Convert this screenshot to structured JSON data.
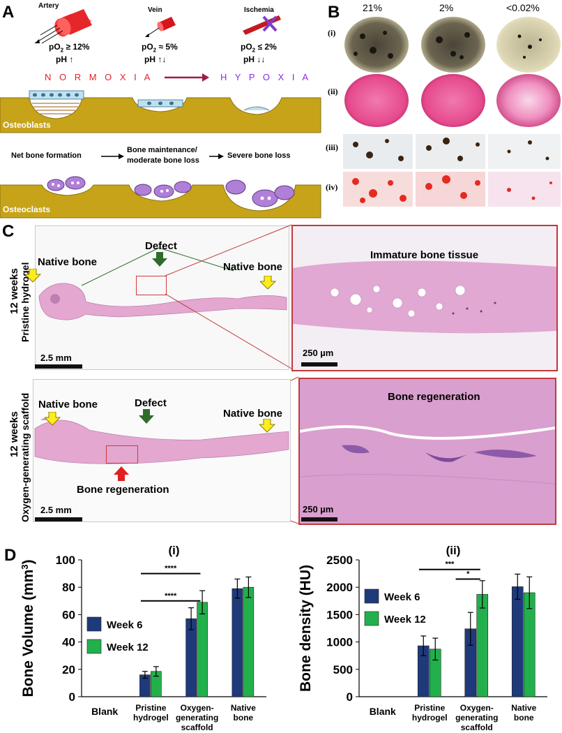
{
  "panel_labels": {
    "a": "A",
    "b": "B",
    "c": "C",
    "d": "D"
  },
  "panel_a": {
    "vessels": [
      {
        "name": "Artery",
        "po2": "pO",
        "po2_value": "≥  12%",
        "ph": "pH",
        "ph_arrow": "↑"
      },
      {
        "name": "Vein",
        "po2": "pO",
        "po2_value": "≈  5%",
        "ph": "pH",
        "ph_arrow": "↑↓"
      },
      {
        "name": "Ischemia",
        "po2": "pO",
        "po2_value": "≤  2%",
        "ph": "pH",
        "ph_arrow": "↓↓"
      }
    ],
    "normoxia": "N O R M O X I A",
    "hypoxia": "H Y P O X I A",
    "osteoblasts": "Osteoblasts",
    "osteoclasts": "Osteoclasts",
    "stage1": "Net bone formation",
    "stage2_line1": "Bone maintenance/",
    "stage2_line2": "moderate bone loss",
    "stage3": "Severe bone loss",
    "colors": {
      "normoxia": "#e5202a",
      "hypoxia": "#8a2be2",
      "bone": "#c8a415",
      "cell_purple": "#b07fd8"
    }
  },
  "panel_b": {
    "columns": [
      "21%",
      "2%",
      "<0.02%"
    ],
    "rows": [
      "(i)",
      "(ii)",
      "(iii)",
      "(iv)"
    ]
  },
  "panel_c": {
    "row1_label_line1": "12 weeks",
    "row1_label_line2": "Pristine hydrogel",
    "row2_label_line1": "12 weeks",
    "row2_label_line2": "Oxygen-generating scaffold",
    "defect": "Defect",
    "native_bone": "Native bone",
    "immature": "Immature bone tissue",
    "regeneration": "Bone regeneration",
    "scale_low": "2.5 mm",
    "scale_high": "250 µm",
    "colors": {
      "tissue": "#e3a7d0",
      "arrow_yellow": "#ffec1a",
      "arrow_green": "#2f6b2b",
      "arrow_red": "#e01f1f"
    }
  },
  "chart_data": [
    {
      "type": "bar",
      "panel": "(i)",
      "categories": [
        "Blank",
        "Pristine hydrogel",
        "Oxygen-generating scaffold",
        "Native bone"
      ],
      "category_lines": [
        [
          "Blank"
        ],
        [
          "Pristine",
          "hydrogel"
        ],
        [
          "Oxygen-",
          "generating",
          "scaffold"
        ],
        [
          "Native",
          "bone"
        ]
      ],
      "series": [
        {
          "name": "Week 6",
          "color": "#1f3a7a",
          "values": [
            0,
            16,
            57,
            79
          ],
          "errors": [
            0,
            2.5,
            8,
            7
          ]
        },
        {
          "name": "Week 12",
          "color": "#22b04c",
          "values": [
            0,
            18.5,
            69,
            80
          ],
          "errors": [
            0,
            3.5,
            8.5,
            7.5
          ]
        }
      ],
      "ylabel": "Bone Volume (mm³)",
      "ylabel_base": "Bone Volume (mm",
      "ylabel_sup": "3",
      "ylabel_close": ")",
      "ylim": [
        0,
        100
      ],
      "yticks": [
        "0",
        "20",
        "40",
        "60",
        "80",
        "100"
      ],
      "significance": [
        {
          "label": "****",
          "from": 1,
          "to": 2,
          "y": 90
        },
        {
          "label": "****",
          "from": 1,
          "to": 2,
          "y": 70
        }
      ],
      "legend": "left"
    },
    {
      "type": "bar",
      "panel": "(ii)",
      "categories": [
        "Blank",
        "Pristine hydrogel",
        "Oxygen-generating scaffold",
        "Native bone"
      ],
      "category_lines": [
        [
          "Blank"
        ],
        [
          "Pristine",
          "hydrogel"
        ],
        [
          "Oxygen-",
          "generating",
          "scaffold"
        ],
        [
          "Native",
          "bone"
        ]
      ],
      "series": [
        {
          "name": "Week 6",
          "color": "#1f3a7a",
          "values": [
            0,
            930,
            1240,
            2010
          ],
          "errors": [
            0,
            180,
            300,
            230
          ]
        },
        {
          "name": "Week 12",
          "color": "#22b04c",
          "values": [
            0,
            870,
            1870,
            1900
          ],
          "errors": [
            0,
            200,
            250,
            290
          ]
        }
      ],
      "ylabel": "Bone density (HU)",
      "ylim": [
        0,
        2500
      ],
      "yticks": [
        "0",
        "500",
        "1000",
        "1500",
        "2000",
        "2500"
      ],
      "significance": [
        {
          "label": "***",
          "from": 1,
          "to": 2,
          "y": 2325
        },
        {
          "label": "*",
          "from": 1.78,
          "to": 2,
          "y": 2150
        }
      ],
      "legend": "left"
    }
  ]
}
